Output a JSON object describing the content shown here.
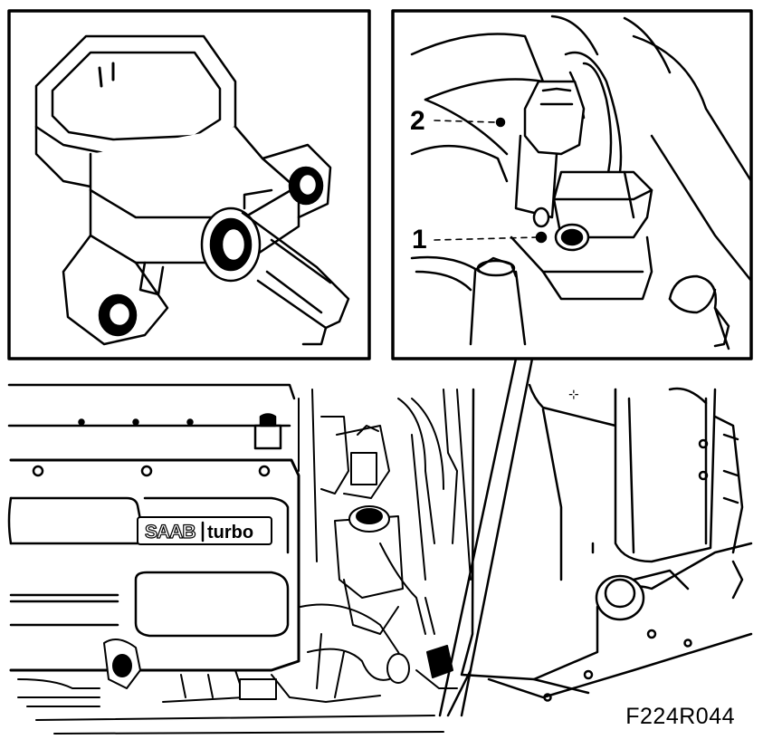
{
  "callouts": {
    "one": "1",
    "two": "2"
  },
  "logo": {
    "brand": "SAAB",
    "model": "turbo"
  },
  "figure_code": "F224R044",
  "colors": {
    "ink": "#000000",
    "paper": "#ffffff"
  }
}
